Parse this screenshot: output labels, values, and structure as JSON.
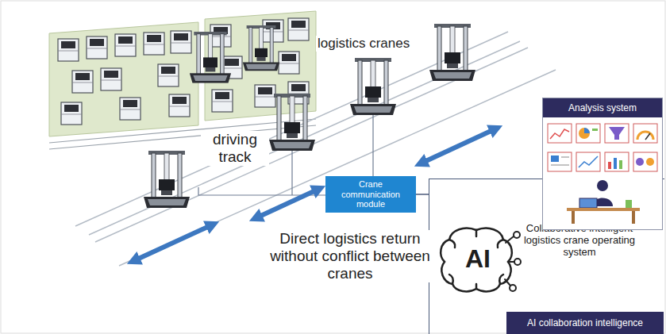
{
  "diagram": {
    "nodes": [
      {
        "text": [
          "Analysis system"
        ]
      },
      {
        "text": [
          "Crane communication module"
        ]
      },
      {
        "text": [
          "Collaborative intelligent logistics crane operating system"
        ]
      },
      {
        "text": [
          "AI collaboration intelligence"
        ],
        "in": 2
      }
    ],
    "edges": [
      {
        "from": 1,
        "to": 2,
        "arrow": "none"
      }
    ],
    "labels": [
      "logistics cranes",
      "driving track",
      "Direct logistics return without conflict between cranes",
      "AI"
    ]
  }
}
